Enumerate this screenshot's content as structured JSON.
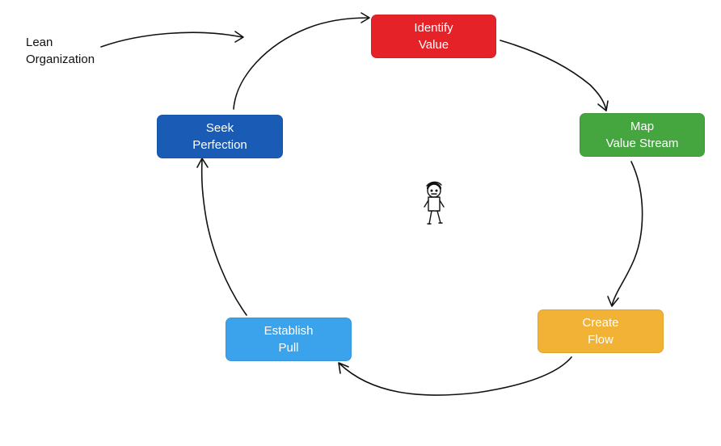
{
  "lean_label": {
    "line1": "Lean",
    "line2": "Organization"
  },
  "steps": [
    {
      "id": "identify",
      "line1": "Identify",
      "line2": "Value",
      "color": "#e52227"
    },
    {
      "id": "map",
      "line1": "Map",
      "line2": "Value Stream",
      "color": "#45a640"
    },
    {
      "id": "flow",
      "line1": "Create",
      "line2": "Flow",
      "color": "#f2b236"
    },
    {
      "id": "pull",
      "line1": "Establish",
      "line2": "Pull",
      "color": "#3ba3ec"
    },
    {
      "id": "seek",
      "line1": "Seek",
      "line2": "Perfection",
      "color": "#1a5cb5"
    }
  ],
  "connector_color": "#111111",
  "figure_icon": "stick-figure-icon"
}
